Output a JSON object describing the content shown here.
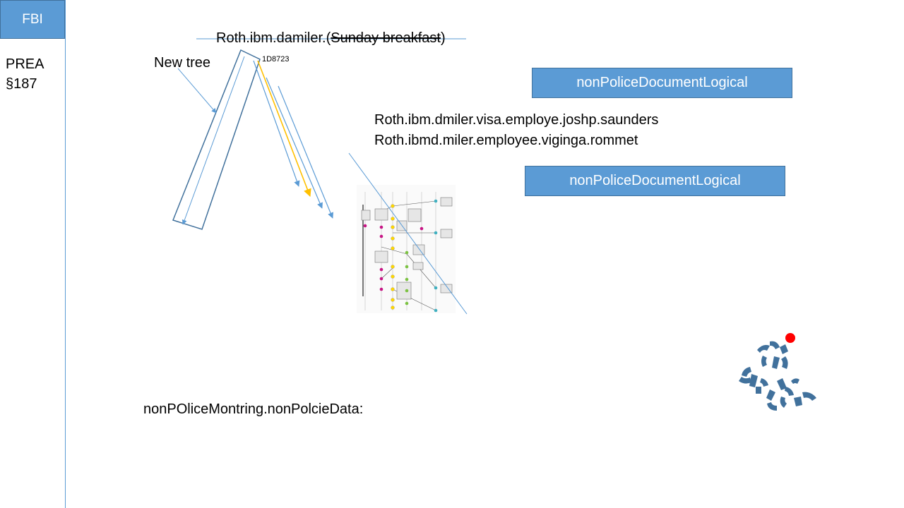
{
  "sidebar": {
    "header": "FBI",
    "lines": [
      "PREA",
      "§187"
    ]
  },
  "title": {
    "prefix": "Roth.ibm.damiler.(",
    "struck": "Sunday breakfast",
    "suffix": ")"
  },
  "new_tree_label": "New tree",
  "id_label": "1D8723",
  "names": [
    "Roth.ibm.dmiler.visa.employe.joshp.saunders",
    "Roth.ibmd.miler.employee.viginga.rommet"
  ],
  "boxes": [
    "nonPoliceDocumentLogical",
    "nonPoliceDocumentLogical"
  ],
  "bottom_text": "nonPOliceMontring.nonPolcieData:",
  "colors": {
    "accent": "#5b9bd5",
    "arrow_yellow": "#ffc000",
    "dot_red": "#ff0000",
    "pieces": "#41719c"
  }
}
